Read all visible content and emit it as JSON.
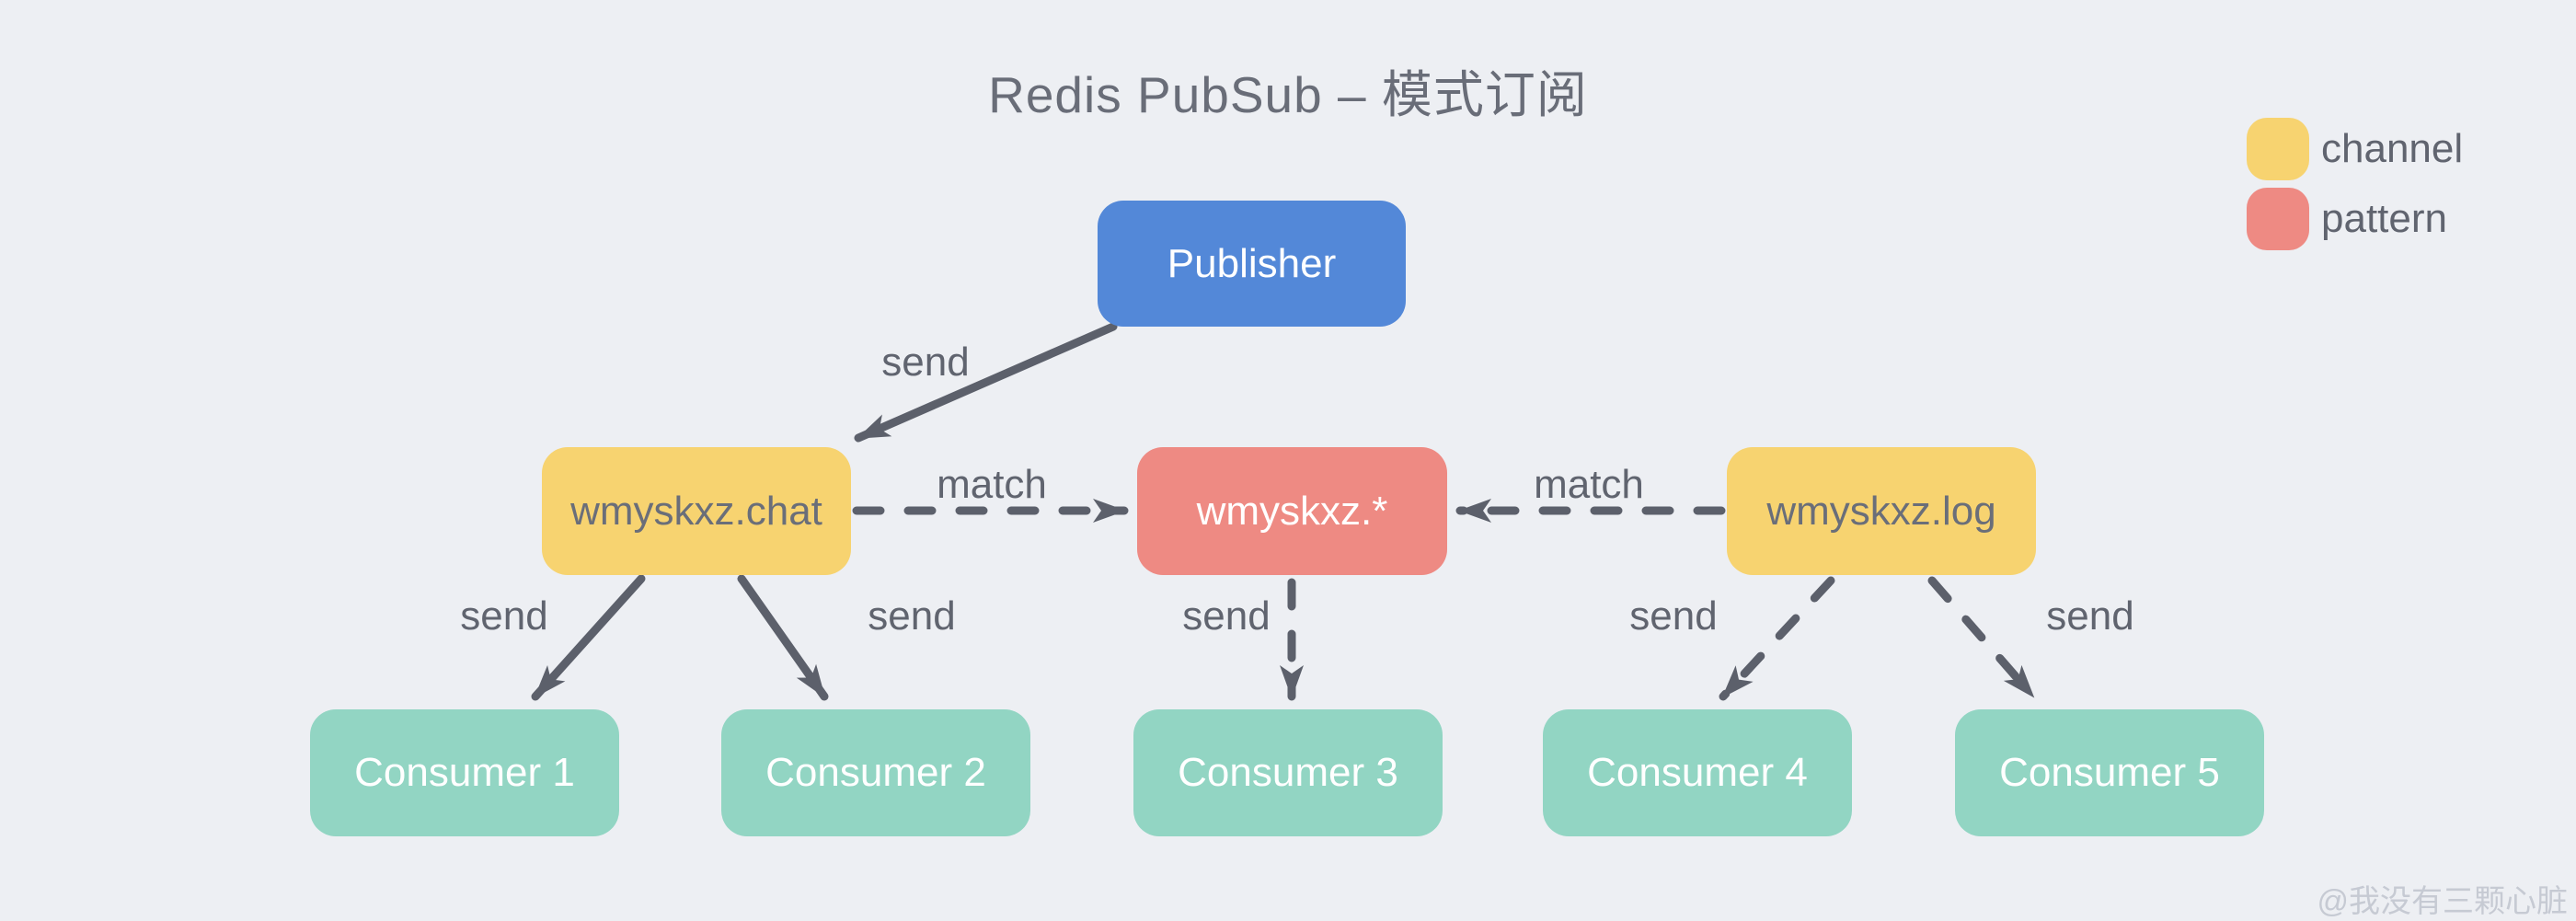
{
  "title": "Redis PubSub – 模式订阅",
  "watermark": "@我没有三颗心脏",
  "legend": {
    "items": [
      {
        "label": "channel",
        "color": "#F7D370"
      },
      {
        "label": "pattern",
        "color": "#EE8A83"
      }
    ]
  },
  "nodes": {
    "publisher": {
      "label": "Publisher",
      "type": "publisher",
      "color": "#5388D8"
    },
    "chat": {
      "label": "wmyskxz.chat",
      "type": "channel",
      "color": "#F7D370"
    },
    "star": {
      "label": "wmyskxz.*",
      "type": "pattern",
      "color": "#EE8A83"
    },
    "log": {
      "label": "wmyskxz.log",
      "type": "channel",
      "color": "#F7D370"
    },
    "consumer1": {
      "label": "Consumer 1",
      "type": "consumer",
      "color": "#92D5C3"
    },
    "consumer2": {
      "label": "Consumer 2",
      "type": "consumer",
      "color": "#92D5C3"
    },
    "consumer3": {
      "label": "Consumer 3",
      "type": "consumer",
      "color": "#92D5C3"
    },
    "consumer4": {
      "label": "Consumer 4",
      "type": "consumer",
      "color": "#92D5C3"
    },
    "consumer5": {
      "label": "Consumer 5",
      "type": "consumer",
      "color": "#92D5C3"
    }
  },
  "edges": {
    "publisher_to_chat": {
      "label": "send",
      "style": "solid"
    },
    "chat_to_star": {
      "label": "match",
      "style": "dashed"
    },
    "log_to_star": {
      "label": "match",
      "style": "dashed"
    },
    "chat_to_consumer1": {
      "label": "send",
      "style": "solid"
    },
    "chat_to_consumer2": {
      "label": "send",
      "style": "solid"
    },
    "star_to_consumer3": {
      "label": "send",
      "style": "dashed"
    },
    "log_to_consumer4": {
      "label": "send",
      "style": "dashed"
    },
    "log_to_consumer5": {
      "label": "send",
      "style": "dashed"
    }
  },
  "colors": {
    "background": "#EDEFF3",
    "publisher": "#5388D8",
    "channel": "#F7D370",
    "pattern": "#EE8A83",
    "consumer": "#92D5C3",
    "arrow": "#5C606B",
    "label_text": "#60646F",
    "watermark_text": "#C6CAD3"
  }
}
